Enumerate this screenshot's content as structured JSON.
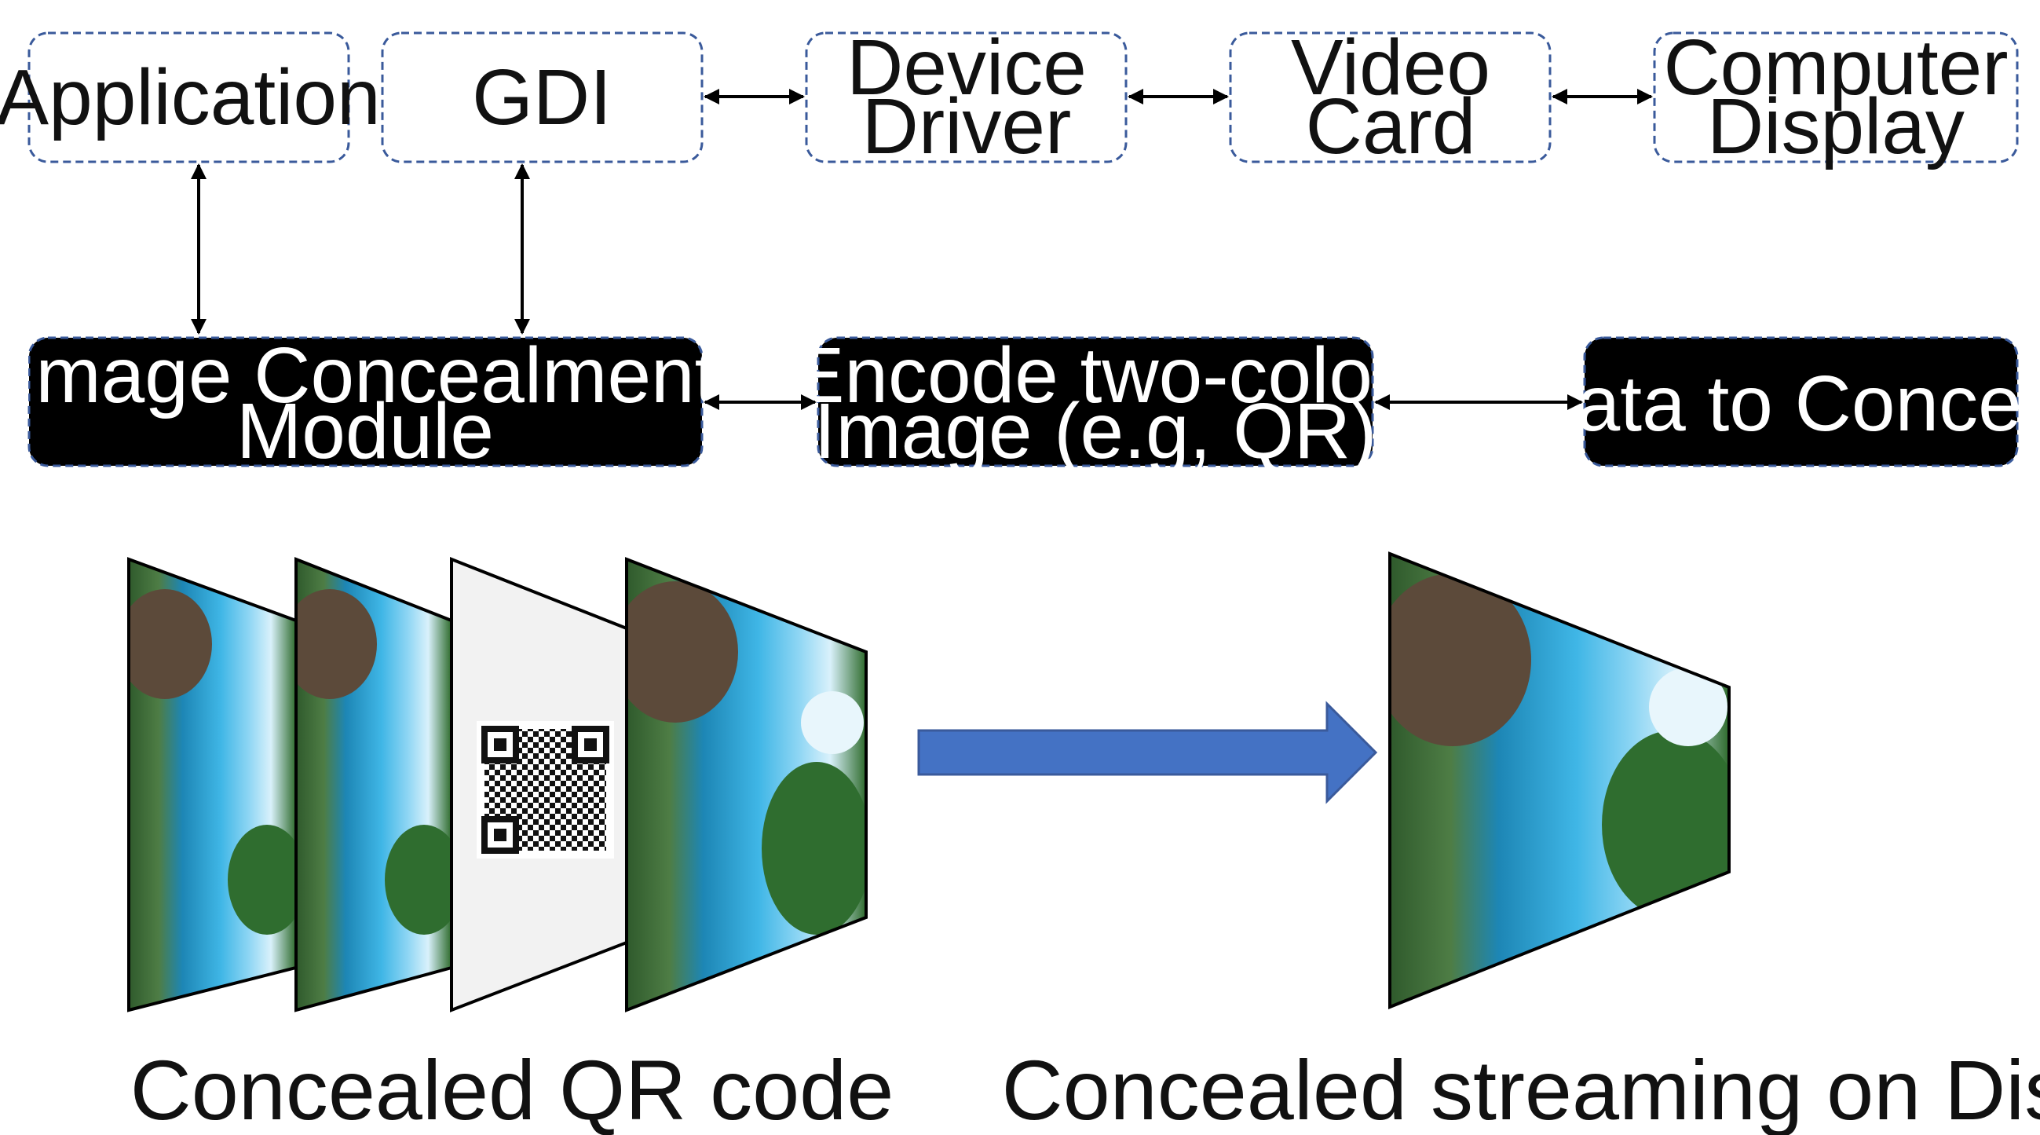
{
  "diagram": {
    "top_row": [
      {
        "id": "application",
        "label_lines": [
          "Application"
        ]
      },
      {
        "id": "gdi",
        "label_lines": [
          "GDI"
        ]
      },
      {
        "id": "device-driver",
        "label_lines": [
          "Device",
          "Driver"
        ]
      },
      {
        "id": "video-card",
        "label_lines": [
          "Video",
          "Card"
        ]
      },
      {
        "id": "computer-display",
        "label_lines": [
          "Computer",
          "Display"
        ]
      }
    ],
    "middle_row": [
      {
        "id": "image-concealment-module",
        "label_lines": [
          "Image Concealment",
          "Module"
        ]
      },
      {
        "id": "encode-two-color-image",
        "label_lines": [
          "Encode two-color",
          "Image (e.g, QR)"
        ]
      },
      {
        "id": "data-to-conceal",
        "label_lines": [
          "Data to Conceal"
        ]
      }
    ],
    "captions": {
      "left": "Concealed QR code",
      "right": "Concealed streaming on Display"
    },
    "colors": {
      "box_border": "#3a5a9b",
      "dark_box_fill": "#000000",
      "big_arrow": "#4472c4",
      "qr_frame": "#f2f2f2"
    }
  }
}
